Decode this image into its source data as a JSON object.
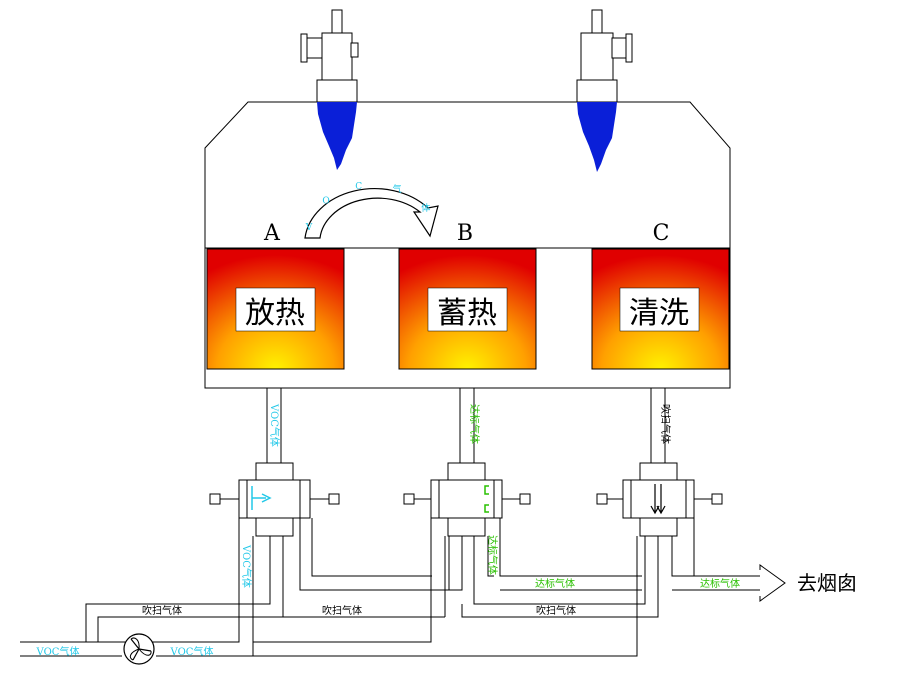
{
  "chambers": [
    {
      "letter": "A",
      "label": "放热"
    },
    {
      "letter": "B",
      "label": "蓄热"
    },
    {
      "letter": "C",
      "label": "清洗"
    }
  ],
  "labels": {
    "arc": "VOC气体",
    "pipe_a": "VOC气体",
    "pipe_b": "达标气体",
    "pipe_c": "吹扫气体",
    "valve_a_down": "VOC气体",
    "valve_b_down": "达标气体",
    "purge_1": "吹扫气体",
    "purge_2": "吹扫气体",
    "purge_3": "吹扫气体",
    "clean_1": "达标气体",
    "clean_2": "达标气体",
    "voc_in": "VOC气体",
    "voc_fan": "VOC气体",
    "chimney": "去烟囱"
  },
  "colors": {
    "flame": "#0a1fd8",
    "voc": "#22c8e8",
    "clean": "#29c000",
    "heat_top": "#e00000",
    "heat_bottom": "#ffee00"
  }
}
